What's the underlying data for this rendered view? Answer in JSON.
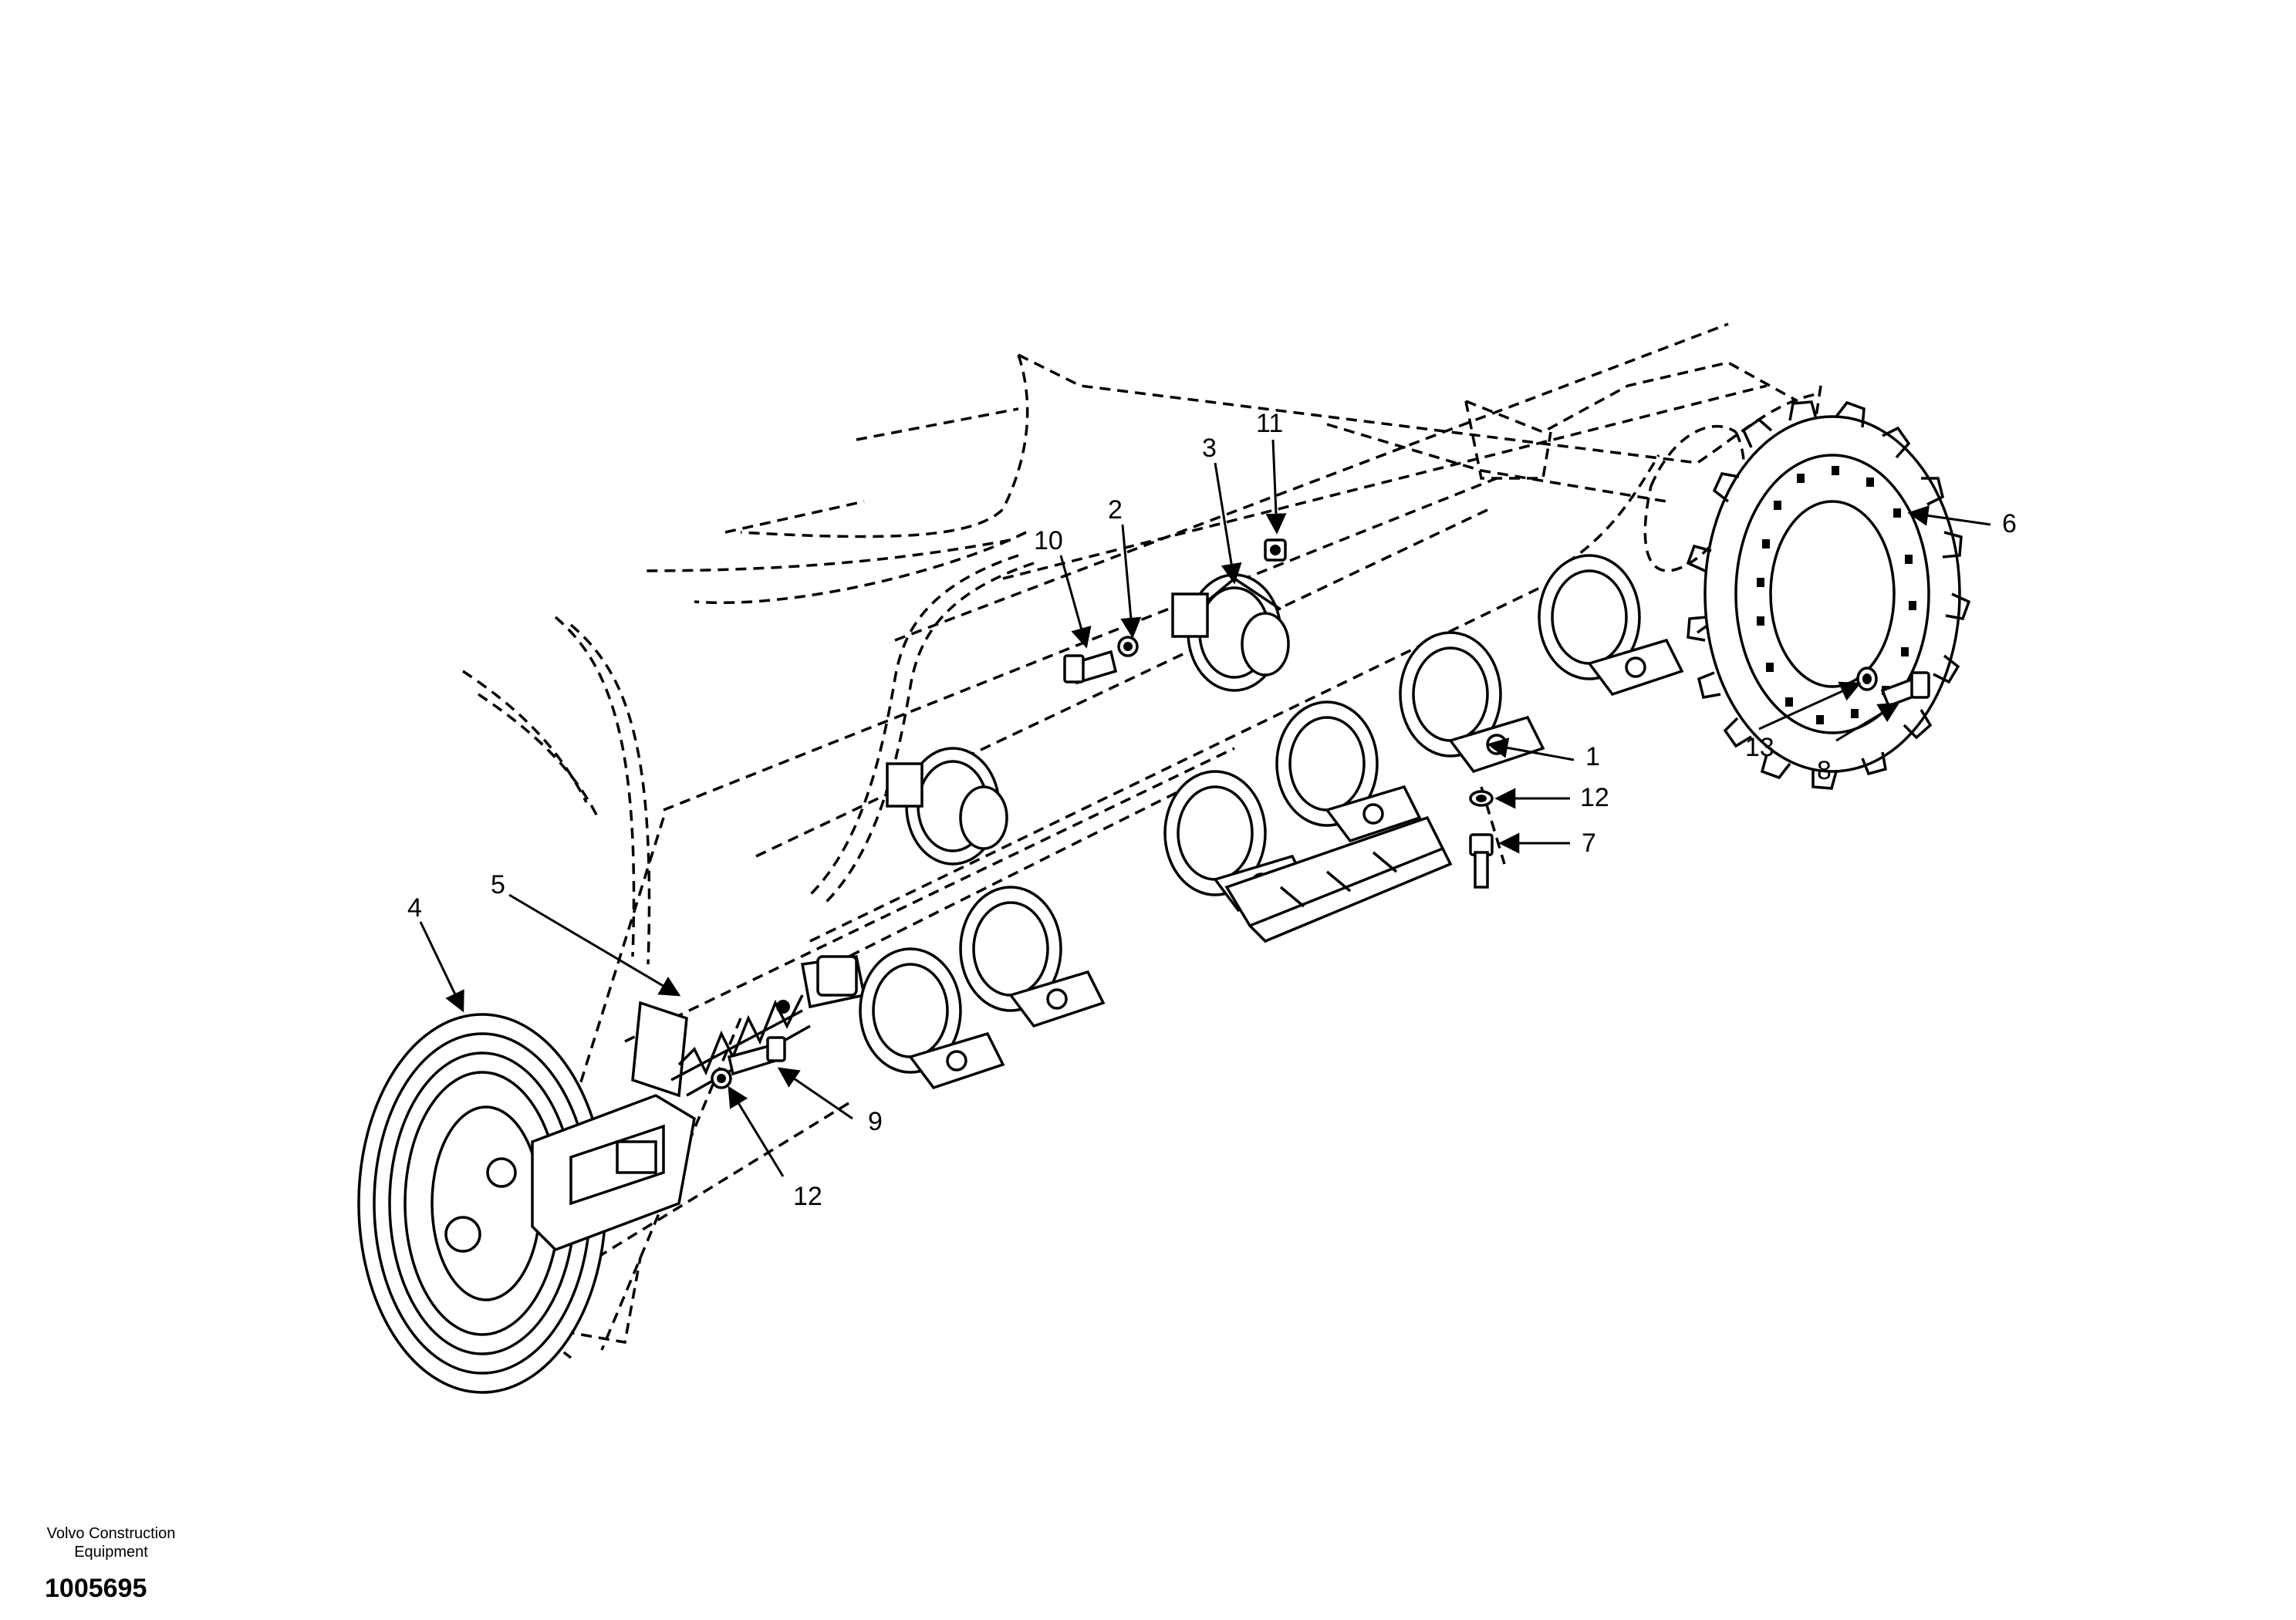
{
  "drawing": {
    "callouts": [
      {
        "id": "c1",
        "label": "1"
      },
      {
        "id": "c2",
        "label": "2"
      },
      {
        "id": "c3",
        "label": "3"
      },
      {
        "id": "c4",
        "label": "4"
      },
      {
        "id": "c5",
        "label": "5"
      },
      {
        "id": "c6",
        "label": "6"
      },
      {
        "id": "c7",
        "label": "7"
      },
      {
        "id": "c8",
        "label": "8"
      },
      {
        "id": "c9",
        "label": "9"
      },
      {
        "id": "c10",
        "label": "10"
      },
      {
        "id": "c11",
        "label": "11"
      },
      {
        "id": "c12a",
        "label": "12"
      },
      {
        "id": "c12b",
        "label": "12"
      },
      {
        "id": "c13",
        "label": "13"
      }
    ]
  },
  "footer": {
    "company_line1": "Volvo Construction",
    "company_line2": "Equipment",
    "document_number": "1005695"
  }
}
